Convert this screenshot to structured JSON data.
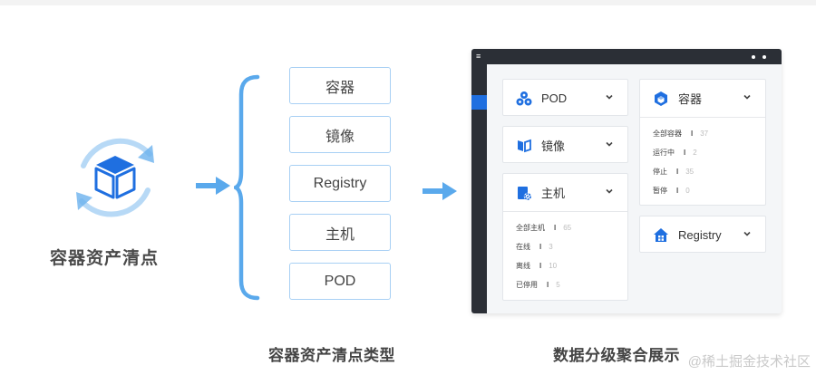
{
  "hero": {
    "title": "容器资产清点",
    "icon": "cube-refresh-icon"
  },
  "types": [
    "容器",
    "镜像",
    "Registry",
    "主机",
    "POD"
  ],
  "captions": {
    "types": "容器资产清点类型",
    "display": "数据分级聚合展示"
  },
  "window": {
    "cards": {
      "pod": {
        "label": "POD",
        "icon": "pod-cluster-icon"
      },
      "image": {
        "label": "镜像",
        "icon": "image-layers-icon"
      },
      "host": {
        "label": "主机",
        "icon": "host-gear-icon",
        "stats": [
          {
            "label": "全部主机",
            "value": "65"
          },
          {
            "label": "在线",
            "value": "3"
          },
          {
            "label": "离线",
            "value": "10"
          },
          {
            "label": "已停用",
            "value": "5"
          }
        ]
      },
      "container": {
        "label": "容器",
        "icon": "container-cube-icon",
        "stats": [
          {
            "label": "全部容器",
            "value": "37"
          },
          {
            "label": "运行中",
            "value": "2"
          },
          {
            "label": "停止",
            "value": "35"
          },
          {
            "label": "暂停",
            "value": "0"
          }
        ]
      },
      "registry": {
        "label": "Registry",
        "icon": "registry-house-icon"
      }
    },
    "separator": "I"
  },
  "watermark": "@稀土掘金技术社区",
  "colors": {
    "accent": "#1f6fe0",
    "light_blue": "#5aa9ec",
    "box_border": "#a8d0f4",
    "dark": "#2b2f36"
  }
}
